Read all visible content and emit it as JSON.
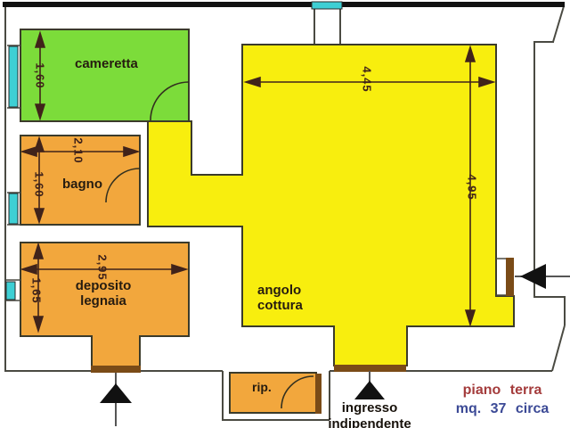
{
  "rooms": {
    "cameretta": {
      "label": "cameretta"
    },
    "bagno": {
      "label": "bagno"
    },
    "deposito": {
      "line1": "deposito",
      "line2": "legnaia"
    },
    "angolo": {
      "line1": "angolo",
      "line2": "cottura"
    },
    "rip": {
      "label": "rip."
    }
  },
  "dims": {
    "cameretta_h": "1,60",
    "bagno_w": "2,10",
    "bagno_h": "1,60",
    "deposito_w": "2,95",
    "deposito_h": "1,65",
    "cottura_w": "4,45",
    "cottura_h": "4,95"
  },
  "entrance": {
    "line1": "ingresso",
    "line2": "indipendente"
  },
  "footer": {
    "floor": "piano terra",
    "area": "mq. 37 circa"
  },
  "colors": {
    "room_green": "#7cdc3a",
    "room_yellow": "#f8ee0e",
    "room_orange": "#f2a73d",
    "window_cyan": "#3ecfd4",
    "sill_brown": "#7a4b17",
    "wall_line": "#4a4a42",
    "room_line": "#3b3b2b",
    "dim_color": "#40231a",
    "floor_text": "#a43c3c",
    "area_text": "#3c4a96",
    "entrance_arrow": "#111111"
  }
}
